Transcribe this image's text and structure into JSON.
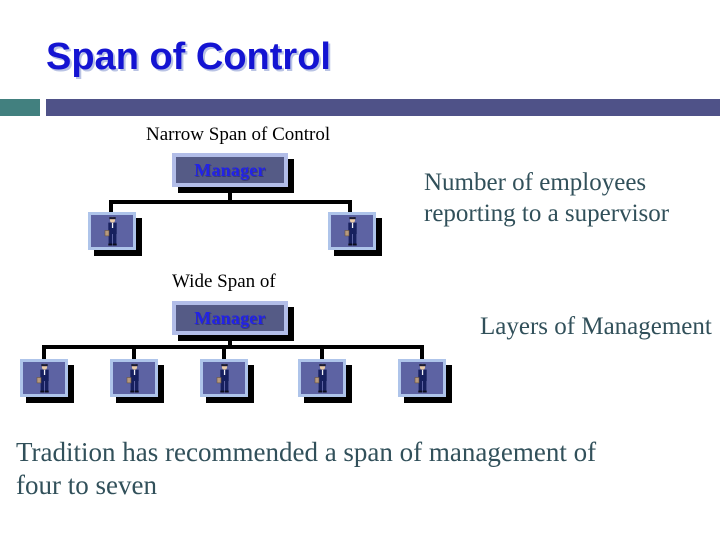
{
  "slide": {
    "title": "Span of Control",
    "title_color": "#1414d2",
    "divider": {
      "accent_color": "#42807f",
      "bar_color": "#4f5288"
    },
    "background_color": "#ffffff"
  },
  "diagram": {
    "narrow": {
      "caption": "Narrow Span of Control",
      "manager_label": "Manager",
      "subordinate_count": 2,
      "subordinates": [
        {
          "icon": "employee-icon"
        },
        {
          "icon": "employee-icon"
        }
      ]
    },
    "wide": {
      "caption": "Wide Span of",
      "manager_label": "Manager",
      "subordinate_count": 5,
      "subordinates": [
        {
          "icon": "employee-icon"
        },
        {
          "icon": "employee-icon"
        },
        {
          "icon": "employee-icon"
        },
        {
          "icon": "employee-icon"
        },
        {
          "icon": "employee-icon"
        }
      ]
    },
    "colors": {
      "manager_box_fill": "#555b86",
      "manager_box_border": "#b2bde8",
      "employee_box_fill": "#5d63a3",
      "employee_box_border": "#aec4ea",
      "connector": "#000000",
      "shadow": "#000000"
    }
  },
  "callouts": {
    "employees": "Number of employees reporting to a supervisor",
    "layers": "Layers of Management",
    "text_color": "#31505a"
  },
  "bottom_text": "Tradition has recommended a span of management of four to seven"
}
